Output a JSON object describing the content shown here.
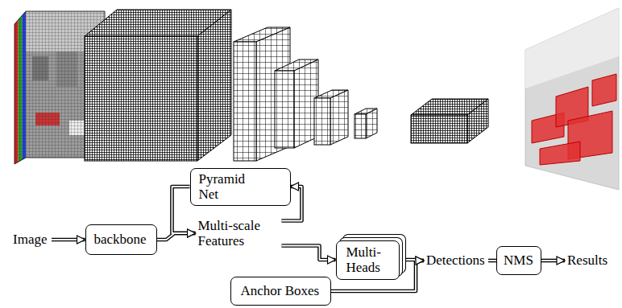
{
  "diagram": {
    "nodes": [
      {
        "text": [
          "Image"
        ]
      },
      {
        "text": [
          "backbone"
        ]
      },
      {
        "text": [
          "Pyramid Net"
        ]
      },
      {
        "text": [
          "Multi-scale Features"
        ]
      },
      {
        "text": [
          "Multi- Heads"
        ]
      },
      {
        "text": [
          "Anchor Boxes"
        ]
      },
      {
        "text": [
          "Detections"
        ]
      },
      {
        "text": [
          "NMS"
        ]
      },
      {
        "text": [
          "Results"
        ]
      }
    ],
    "edges": [
      {
        "from": 0,
        "to": 1,
        "arrow": "to"
      },
      {
        "from": 1,
        "to": 3,
        "arrow": "to"
      },
      {
        "from": 3,
        "to": 2,
        "arrow": "to"
      },
      {
        "from": 2,
        "to": 3,
        "arrow": "to"
      },
      {
        "from": 3,
        "to": 4,
        "arrow": "to"
      },
      {
        "from": 4,
        "to": 6,
        "arrow": "to"
      },
      {
        "from": 5,
        "to": 6,
        "arrow": "to"
      },
      {
        "from": 6,
        "to": 7,
        "arrow": "none"
      },
      {
        "from": 7,
        "to": 8,
        "arrow": "to"
      }
    ]
  }
}
